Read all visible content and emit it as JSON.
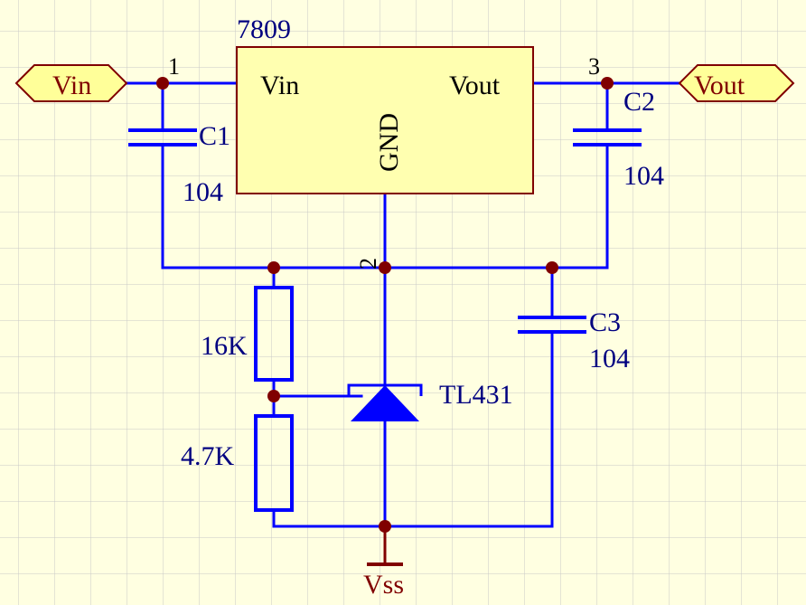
{
  "regulator": {
    "part": "7809",
    "pin_in": "Vin",
    "pin_out": "Vout",
    "pin_gnd": "GND",
    "pin1": "1",
    "pin2": "2",
    "pin3": "3"
  },
  "ports": {
    "input": "Vin",
    "output": "Vout",
    "ground": "Vss"
  },
  "capacitors": {
    "c1": {
      "name": "C1",
      "value": "104"
    },
    "c2": {
      "name": "C2",
      "value": "104"
    },
    "c3": {
      "name": "C3",
      "value": "104"
    }
  },
  "resistors": {
    "r_top": "16K",
    "r_bottom": "4.7K"
  },
  "shunt": "TL431",
  "colors": {
    "background": "#ffffe1",
    "grid": "#c8c8c8",
    "wire": "#0000ff",
    "component": "#0000ff",
    "junction": "#800000",
    "label_text": "#000080",
    "port_text": "#800000",
    "port_fill": "#ffff99",
    "chip_fill": "#ffffb0",
    "chip_border": "#800000",
    "ground": "#800000"
  }
}
